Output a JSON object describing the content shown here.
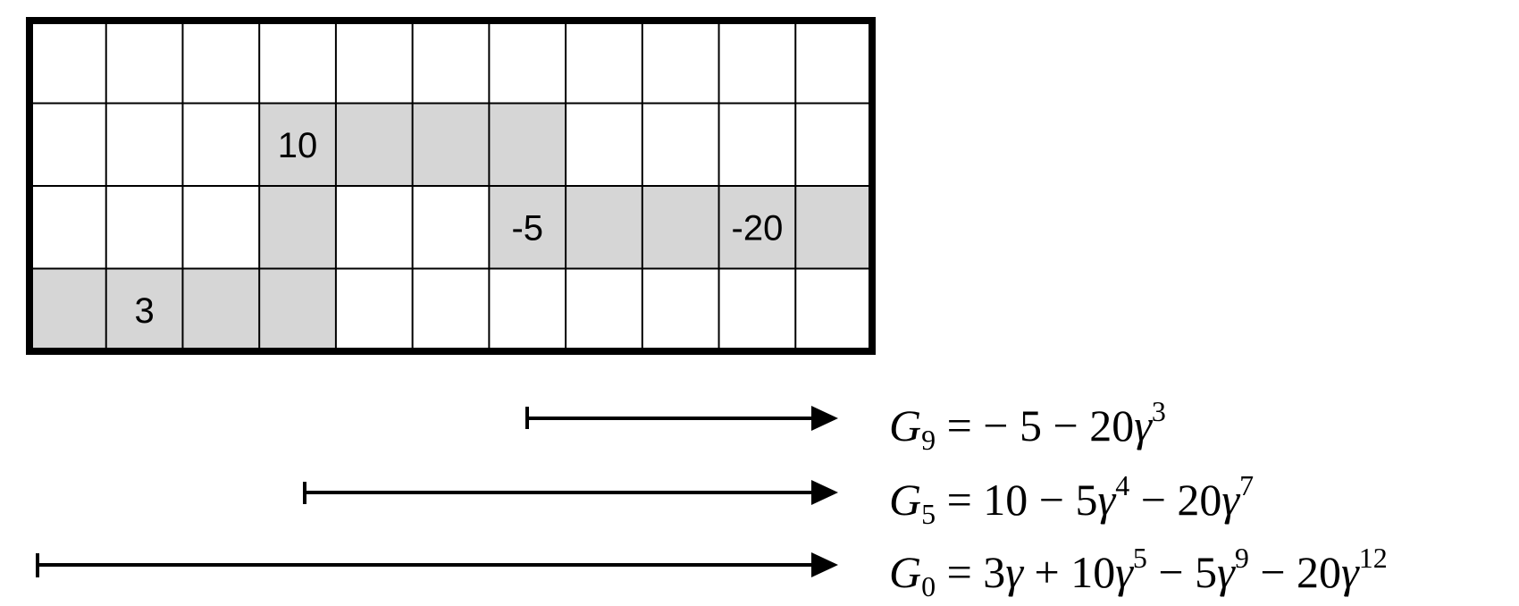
{
  "grid": {
    "rows": 4,
    "cols": 11,
    "shaded_cells": [
      [
        1,
        3
      ],
      [
        1,
        4
      ],
      [
        1,
        5
      ],
      [
        1,
        6
      ],
      [
        2,
        3
      ],
      [
        2,
        6
      ],
      [
        2,
        7
      ],
      [
        2,
        8
      ],
      [
        2,
        9
      ],
      [
        2,
        10
      ],
      [
        3,
        0
      ],
      [
        3,
        1
      ],
      [
        3,
        2
      ],
      [
        3,
        3
      ]
    ],
    "labels": [
      {
        "row": 1,
        "col": 3,
        "text": "10"
      },
      {
        "row": 2,
        "col": 6,
        "text": "-5"
      },
      {
        "row": 2,
        "col": 9,
        "text": "-20"
      },
      {
        "row": 3,
        "col": 1,
        "text": "3"
      }
    ],
    "shade_color": "#d6d6d6",
    "line_color": "#000000"
  },
  "returns": [
    {
      "var": "G",
      "sub": "9",
      "expression": [
        "= − 5 − 20",
        "γ",
        "3",
        ""
      ]
    },
    {
      "var": "G",
      "sub": "5",
      "expression": [
        "= 10 − 5",
        "γ",
        "4",
        " − 20",
        "γ",
        "7"
      ]
    },
    {
      "var": "G",
      "sub": "0",
      "expression": [
        "= 3",
        "γ",
        "",
        " + 10",
        "γ",
        "5",
        " − 5",
        "γ",
        "9",
        " − 20",
        "γ",
        "12"
      ]
    }
  ]
}
